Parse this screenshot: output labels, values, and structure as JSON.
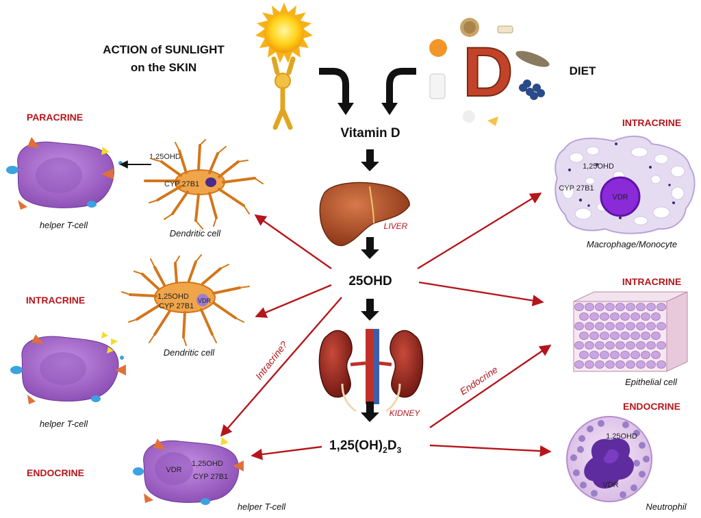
{
  "top": {
    "sunlight_line1": "ACTION of SUNLIGHT",
    "sunlight_line2": "on the SKIN",
    "diet": "DIET",
    "diet_letter": "D"
  },
  "center": {
    "vitamin_d": "Vitamin D",
    "liver": "LIVER",
    "metabolite_25ohd": "25OHD",
    "kidney": "KIDNEY",
    "active_main": "1,25(OH)",
    "active_sub1": "2",
    "active_d": "D",
    "active_sub2": "3"
  },
  "left": {
    "paracrine_title": "PARACRINE",
    "paracrine_label": "1,25OHD",
    "paracrine_enzyme": "CYP 27B1",
    "paracrine_dendritic": "Dendritic cell",
    "paracrine_tcell": "helper T-cell",
    "intracrine_title": "INTRACRINE",
    "intracrine_dendritic_ohd": "1,25OHD",
    "intracrine_dendritic_enzyme": "CYP 27B1",
    "intracrine_dendritic_vdr": "VDR",
    "intracrine_dendritic": "Dendritic cell",
    "intracrine_tcell": "helper T-cell",
    "intracrine_question": "Intracrine?",
    "endocrine_title": "ENDOCRINE",
    "endocrine_vdr": "VDR",
    "endocrine_ohd": "1,25OHD",
    "endocrine_enzyme": "CYP 27B1",
    "endocrine_tcell": "helper T-cell"
  },
  "right": {
    "intracrine1_title": "INTRACRINE",
    "macrophage_ohd": "1,25OHD",
    "macrophage_enzyme": "CYP 27B1",
    "macrophage_vdr": "VDR",
    "macrophage": "Macrophage/Monocyte",
    "intracrine2_title": "INTRACRINE",
    "epithelial": "Epithelial cell",
    "endocrine_arrow_label": "Endocrine",
    "endocrine_title": "ENDOCRINE",
    "neutrophil_ohd": "1,25OHD",
    "neutrophil_vdr": "VDR",
    "neutrophil": "Neutrophil"
  },
  "colors": {
    "accent_red": "#b5151b",
    "cell_purple": "#9b5fc0",
    "dendritic_orange": "#e8922e",
    "liver_brown": "#b8542a",
    "kidney_red": "#9e2a24"
  }
}
